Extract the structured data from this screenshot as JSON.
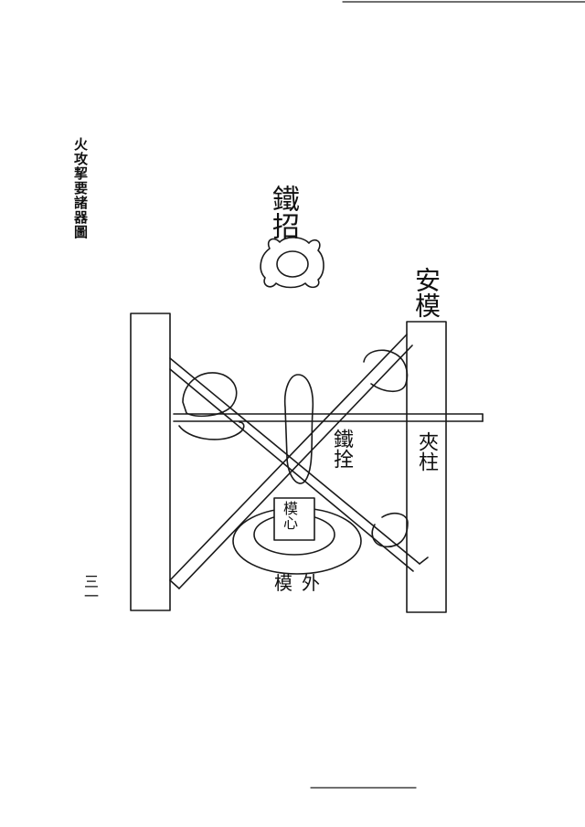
{
  "book_title": "火攻挈要諸器圖",
  "page_number": "三一",
  "labels": {
    "iron_hook": "鐵招",
    "install_mold": "安模",
    "iron_bolt": "鐵拴",
    "clamp_post": "夾柱",
    "mold_core": "模心",
    "outer_mold": "模外"
  }
}
